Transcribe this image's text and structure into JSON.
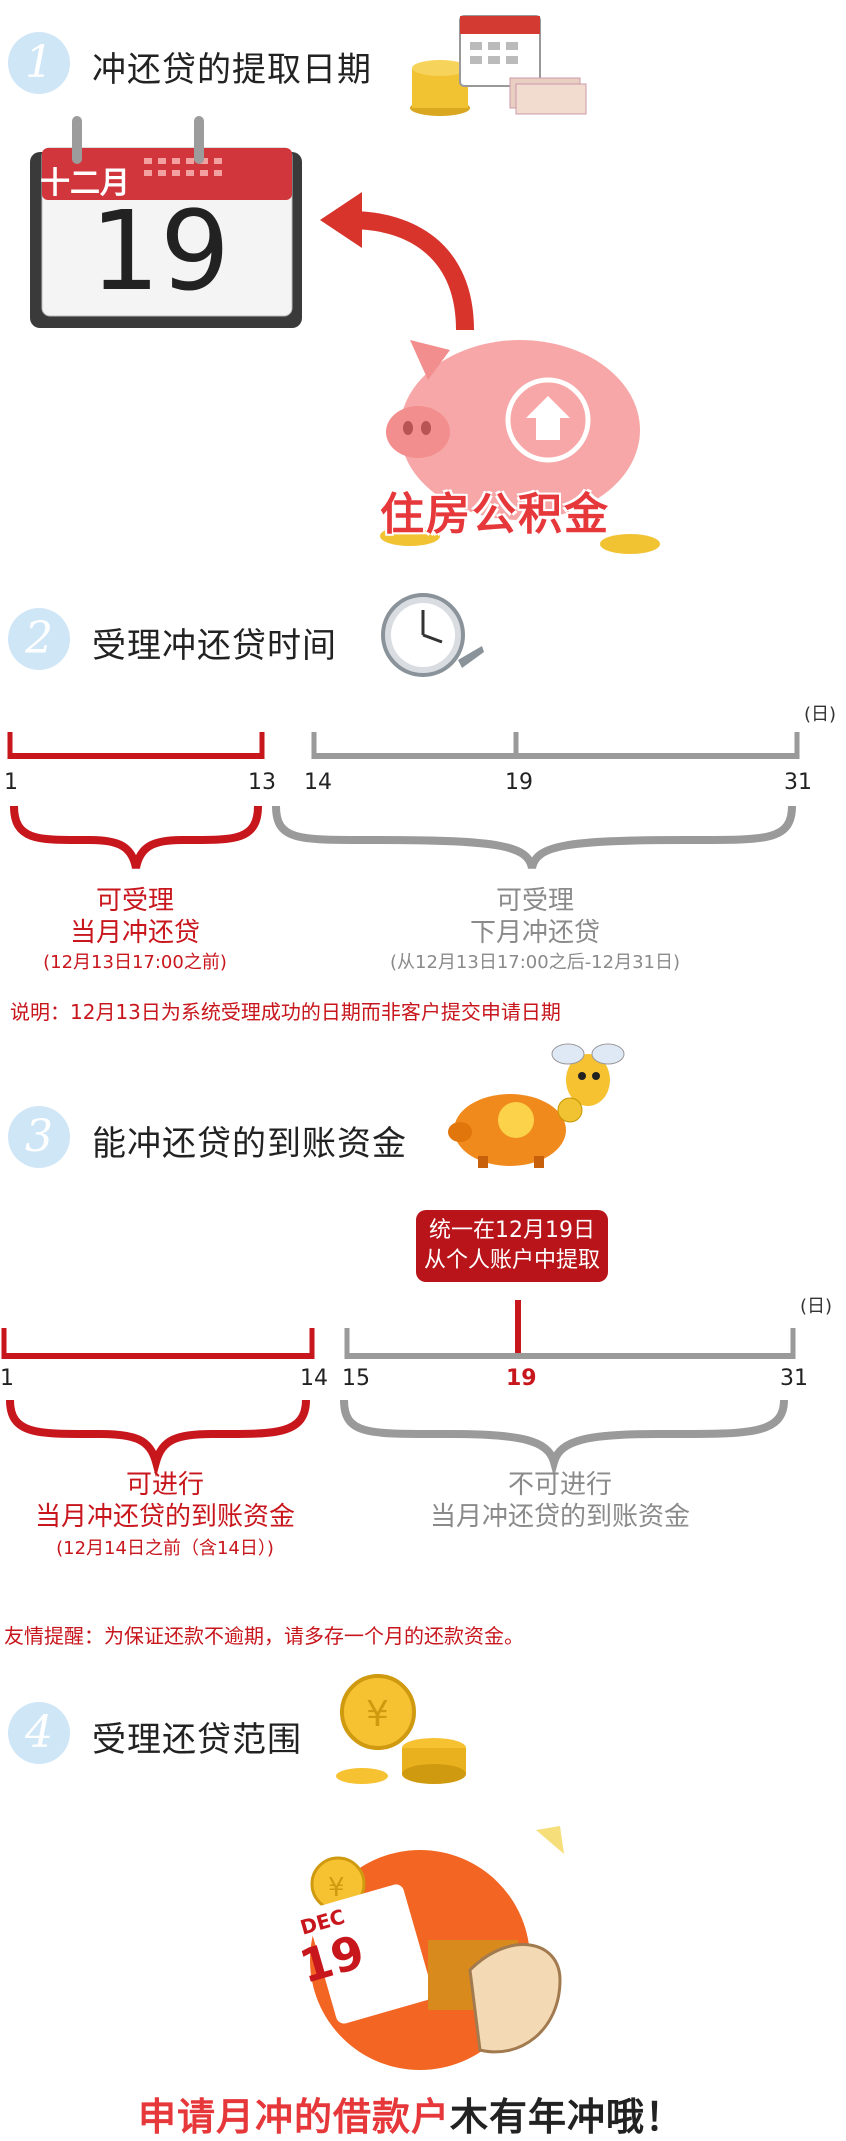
{
  "sections": [
    {
      "num": "1",
      "title": "冲还贷的提取日期"
    },
    {
      "num": "2",
      "title": "受理冲还贷时间"
    },
    {
      "num": "3",
      "title": "能冲还贷的到账资金"
    },
    {
      "num": "4",
      "title": "受理还贷范围"
    }
  ],
  "calendar": {
    "month": "十二月",
    "day": "19"
  },
  "piggy_label": "住房公积金",
  "timeline2": {
    "unit": "(日)",
    "ticks": [
      "1",
      "13",
      "14",
      "19",
      "31"
    ],
    "left": {
      "line1": "可受理",
      "line2": "当月冲还贷",
      "line3": "(12月13日17:00之前)"
    },
    "right": {
      "line1": "可受理",
      "line2": "下月冲还贷",
      "line3": "(从12月13日17:00之后-12月31日)"
    },
    "note": "说明：12月13日为系统受理成功的日期而非客户提交申请日期"
  },
  "timeline3": {
    "unit": "(日)",
    "ticks": [
      "1",
      "14",
      "15",
      "19",
      "31"
    ],
    "callout": {
      "line1": "统一在12月19日",
      "line2": "从个人账户中提取"
    },
    "left": {
      "line1": "可进行",
      "line2": "当月冲还贷的到账资金",
      "line3": "(12月14日之前（含14日）)"
    },
    "right": {
      "line1": "不可进行",
      "line2": "当月冲还贷的到账资金"
    },
    "note": "友情提醒：为保证还款不逾期，请多存一个月的还款资金。"
  },
  "badge": {
    "month": "DEC",
    "day": "19"
  },
  "bottom": {
    "part1": "申请月冲的借款户",
    "part2": "木有年冲哦！"
  },
  "colors": {
    "red": "#c8161d",
    "gray": "#9a9a9a",
    "circle": "#cfe6f7"
  }
}
